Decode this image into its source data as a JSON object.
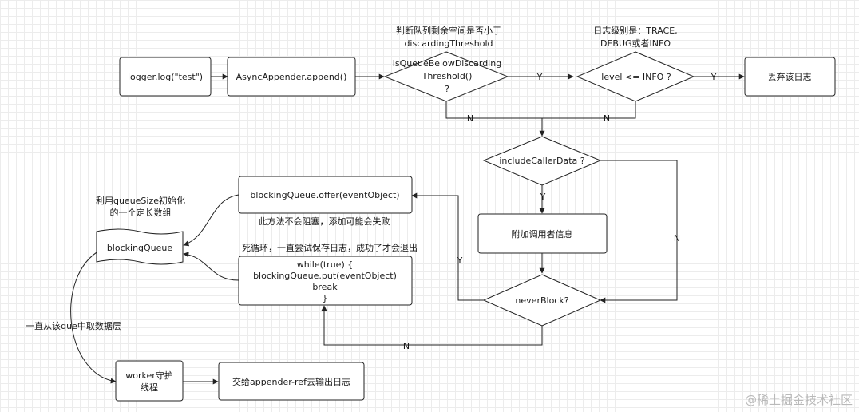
{
  "nodes": {
    "logger_log": "logger.log(\"test\")",
    "async_append": "AsyncAppender.append()",
    "queue_check": [
      "isQueueBelowDiscarding",
      "Threshold()",
      "?"
    ],
    "queue_check_note": [
      "判断队列剩余空间是否小于",
      "discardingThreshold"
    ],
    "level_check": "level <= INFO ?",
    "level_note": [
      "日志级别是：TRACE,",
      "DEBUG或者INFO"
    ],
    "discard": "丢弃该日志",
    "include_caller": "includeCallerData ?",
    "attach_caller": "附加调用者信息",
    "never_block": "neverBlock?",
    "offer": "blockingQueue.offer(eventObject)",
    "offer_note": "此方法不会阻塞，添加可能会失败",
    "put": [
      "while(true) {",
      "blockingQueue.put(eventObject)",
      "break",
      "}"
    ],
    "put_note": "死循环，一直尝试保存日志，成功了才会退出",
    "blocking_queue": "blockingQueue",
    "queue_note": [
      "利用queueSize初始化",
      "的一个定长数组"
    ],
    "worker": [
      "worker守护",
      "线程"
    ],
    "worker_note": "一直从该que中取数据层",
    "appender_ref": "交给appender-ref去输出日志"
  },
  "edge_labels": {
    "queue_to_level": "Y",
    "level_to_discard": "Y",
    "queue_no": "N",
    "level_no": "N",
    "caller_yes": "Y",
    "caller_no": "N",
    "never_block_yes": "Y",
    "never_block_no": "N"
  },
  "watermark": "@稀土掘金技术社区"
}
